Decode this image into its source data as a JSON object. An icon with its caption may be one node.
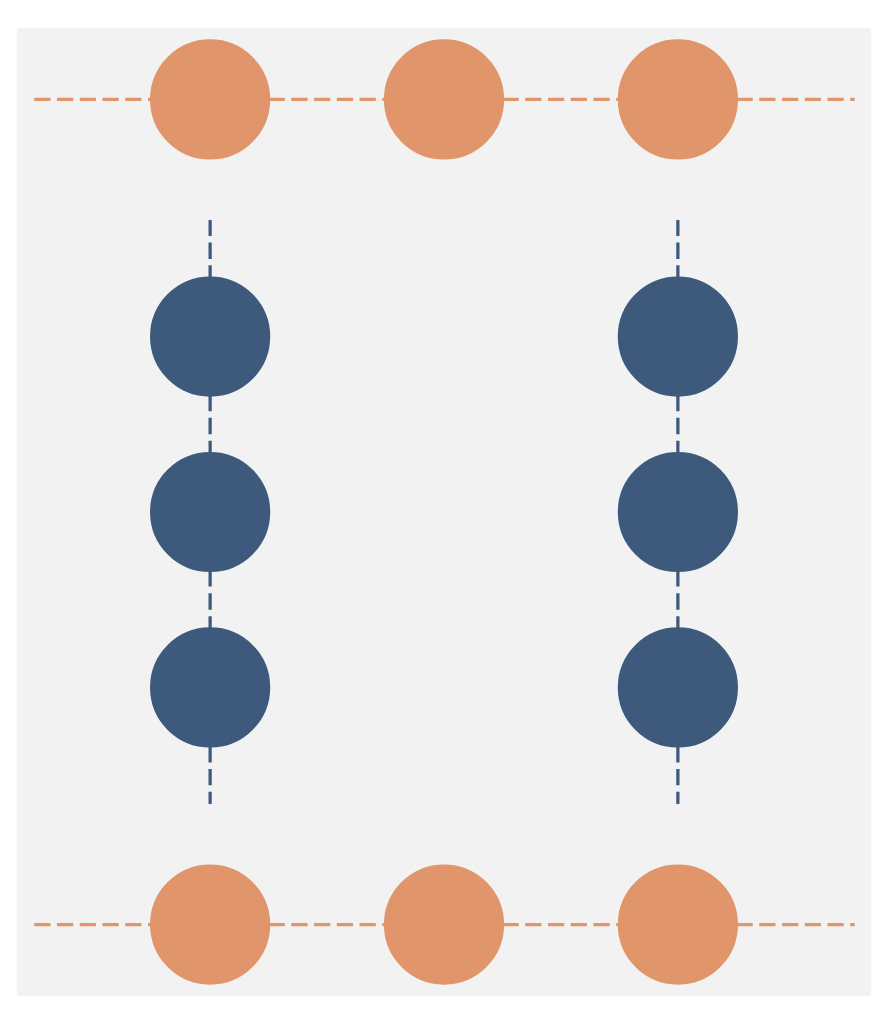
{
  "diagram": {
    "nodes": [
      {
        "text": [],
        "shape": "circle"
      },
      {
        "text": [],
        "shape": "circle"
      },
      {
        "text": [],
        "shape": "circle"
      },
      {
        "text": [],
        "shape": "circle"
      },
      {
        "text": [],
        "shape": "circle"
      },
      {
        "text": [],
        "shape": "circle"
      },
      {
        "text": [],
        "shape": "circle"
      },
      {
        "text": [],
        "shape": "circle"
      },
      {
        "text": [],
        "shape": "circle"
      },
      {
        "text": [],
        "shape": "circle"
      },
      {
        "text": [],
        "shape": "circle"
      },
      {
        "text": [],
        "shape": "circle"
      }
    ],
    "edges": [
      {
        "from": null,
        "to": 0,
        "arrow": "none",
        "style": "dashed",
        "color": "#e0956a"
      },
      {
        "from": 0,
        "to": 1,
        "arrow": "none",
        "style": "dashed",
        "color": "#e0956a"
      },
      {
        "from": 1,
        "to": 2,
        "arrow": "none",
        "style": "dashed",
        "color": "#e0956a"
      },
      {
        "from": 2,
        "to": null,
        "arrow": "none",
        "style": "dashed",
        "color": "#e0956a"
      },
      {
        "from": null,
        "to": 3,
        "arrow": "none",
        "style": "dashed",
        "color": "#3d5a7d"
      },
      {
        "from": 3,
        "to": 4,
        "arrow": "none",
        "style": "dashed",
        "color": "#3d5a7d"
      },
      {
        "from": 4,
        "to": 5,
        "arrow": "none",
        "style": "dashed",
        "color": "#3d5a7d"
      },
      {
        "from": 5,
        "to": null,
        "arrow": "none",
        "style": "dashed",
        "color": "#3d5a7d"
      },
      {
        "from": null,
        "to": 6,
        "arrow": "none",
        "style": "dashed",
        "color": "#3d5a7d"
      },
      {
        "from": 6,
        "to": 7,
        "arrow": "none",
        "style": "dashed",
        "color": "#3d5a7d"
      },
      {
        "from": 7,
        "to": 8,
        "arrow": "none",
        "style": "dashed",
        "color": "#3d5a7d"
      },
      {
        "from": 8,
        "to": null,
        "arrow": "none",
        "style": "dashed",
        "color": "#3d5a7d"
      },
      {
        "from": null,
        "to": 9,
        "arrow": "none",
        "style": "dashed",
        "color": "#e0956a"
      },
      {
        "from": 9,
        "to": 10,
        "arrow": "none",
        "style": "dashed",
        "color": "#e0956a"
      },
      {
        "from": 10,
        "to": 11,
        "arrow": "none",
        "style": "dashed",
        "color": "#e0956a"
      },
      {
        "from": 11,
        "to": null,
        "arrow": "none",
        "style": "dashed",
        "color": "#e0956a"
      }
    ]
  }
}
